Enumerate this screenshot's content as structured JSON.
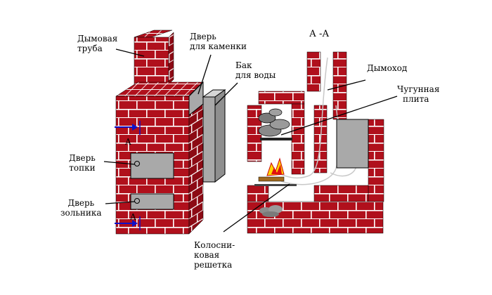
{
  "colors": {
    "brick": "#b0101c",
    "brick_dark": "#8c0a14",
    "mortar": "#ffffff",
    "metal": "#a9a9a9",
    "arrow": "#1010c8",
    "flame_red": "#e01010",
    "flame_yellow": "#ffd800",
    "stone": "#8c8c8c",
    "leader": "#000000"
  },
  "labels": {
    "chimney": {
      "line1": "Дымовая",
      "line2": "труба"
    },
    "sauna_door": {
      "line1": "Дверь",
      "line2": "для каменки"
    },
    "water_tank": {
      "line1": "Бак",
      "line2": "для воды"
    },
    "firebox_door": {
      "line1": "Дверь",
      "line2": "топки"
    },
    "ash_door": {
      "line1": "Дверь",
      "line2": "зольника"
    },
    "section_marker_top": "A",
    "section_marker_bottom": "A",
    "section_title": "А -А",
    "flue": "Дымоход",
    "cast_iron_plate": {
      "line1": "Чугунная",
      "line2": "плита"
    },
    "grate": {
      "line1": "Колосни-",
      "line2": "ковая",
      "line3": "решетка"
    }
  }
}
